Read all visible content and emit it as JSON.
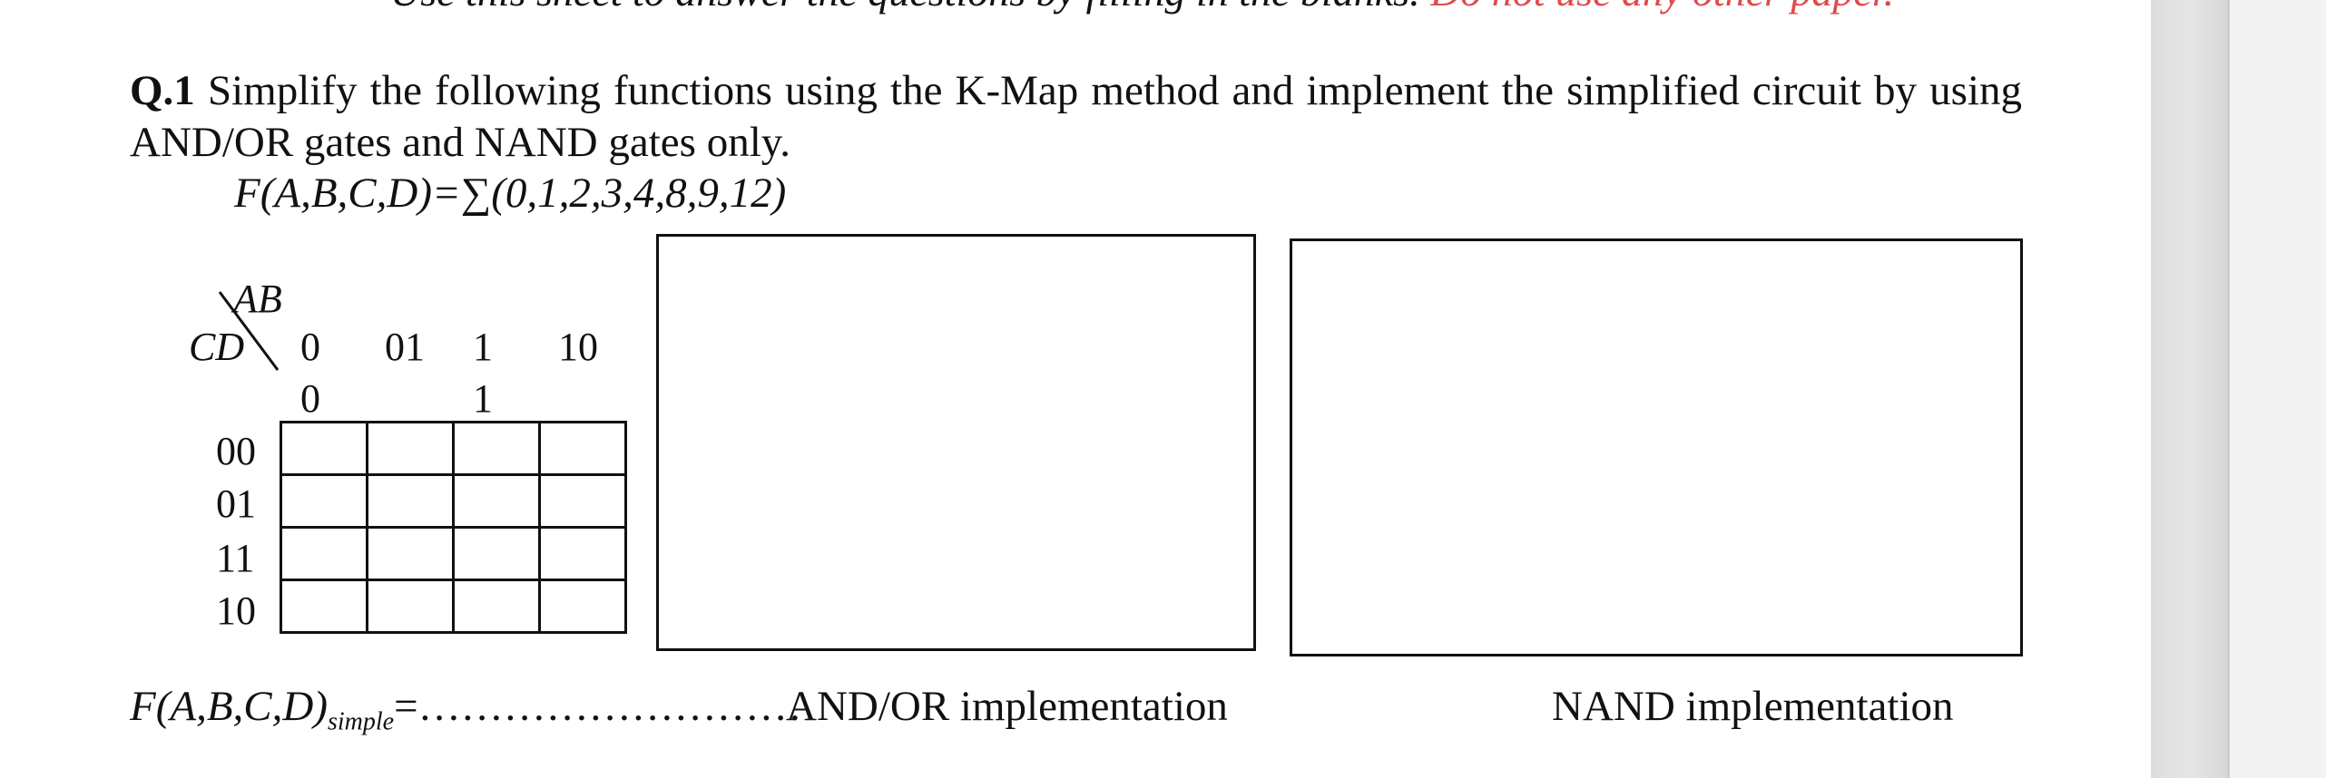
{
  "header": {
    "text": "Use this sheet to answer the questions by filling in the blanks.",
    "warning": "Do not use any other paper."
  },
  "question": {
    "number": "Q.1",
    "text": "Simplify the following functions using the K-Map method and implement the simplified circuit by using AND/OR gates and NAND gates only.",
    "function": "F(A,B,C,D)=∑(0,1,2,3,4,8,9,12)"
  },
  "kmap": {
    "corner_top": "AB",
    "corner_left": "CD",
    "col_headers_line1": [
      "0",
      "01",
      "1",
      "10"
    ],
    "col_headers_line2": [
      "0",
      "",
      "1",
      ""
    ],
    "row_headers": [
      "00",
      "01",
      "11",
      "10"
    ],
    "cells": [
      [
        "",
        "",
        "",
        ""
      ],
      [
        "",
        "",
        "",
        ""
      ],
      [
        "",
        "",
        "",
        ""
      ],
      [
        "",
        "",
        "",
        ""
      ]
    ]
  },
  "answer": {
    "simple_prefix": "F(A,B,C,D)",
    "simple_sub": "simple",
    "simple_suffix": "=………………………"
  },
  "captions": {
    "andor": "AND/OR implementation",
    "nand": "NAND implementation"
  }
}
